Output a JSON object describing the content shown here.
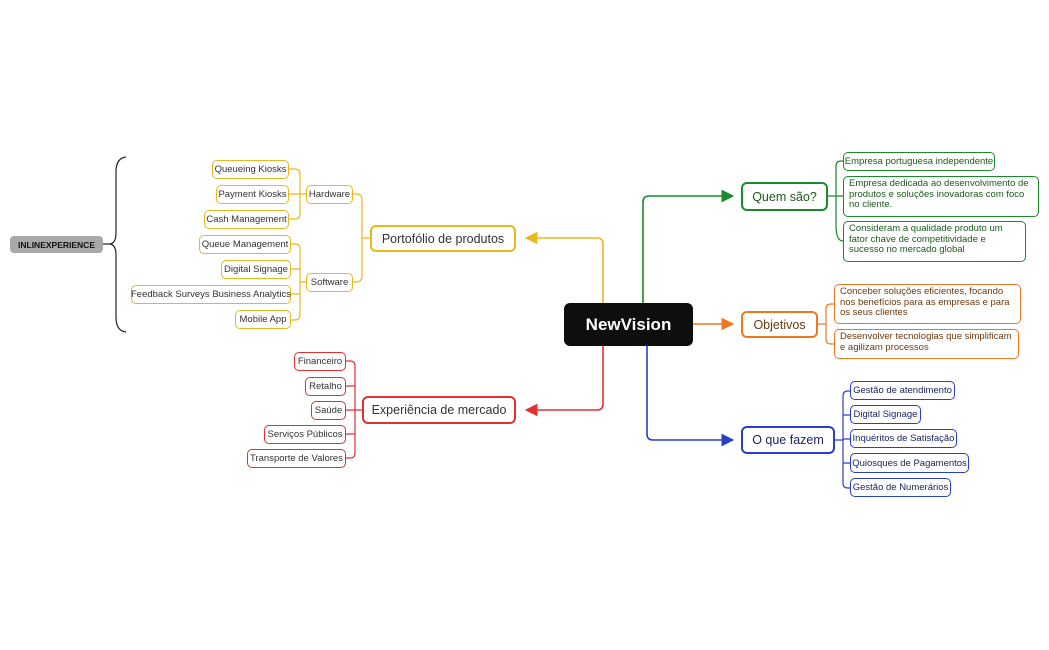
{
  "center": "NewVision",
  "external_label": "INLINEXPERIENCE",
  "colors": {
    "yellow": "#e8b820",
    "red": "#e03030",
    "green": "#1a8a2a",
    "orange": "#f07820",
    "blue": "#2840c8"
  },
  "portfolio": {
    "title": "Portofólio de produtos",
    "hardware": {
      "label": "Hardware",
      "items": [
        "Queueing Kiosks",
        "Payment Kiosks",
        "Cash Management"
      ]
    },
    "software": {
      "label": "Software",
      "items": [
        "Queue Management",
        "Digital Signage",
        "Feedback Surveys Business Analytics",
        "Mobile App"
      ]
    }
  },
  "experience": {
    "title": "Experiência de mercado",
    "items": [
      "Financeiro",
      "Retalho",
      "Saúde",
      "Serviços Públicos",
      "Transporte de Valores"
    ]
  },
  "who": {
    "title": "Quem são?",
    "items": [
      "Empresa portuguesa independente",
      "Empresa  dedicada ao desenvolvimento de produtos e soluções inovadoras com foco no cliente.",
      "Consideram a qualidade produto um fator chave de competitividade e sucesso no mercado global"
    ]
  },
  "goals": {
    "title": "Objetivos",
    "items": [
      "Conceber soluções eficientes, focando nos benefícios para as empresas e para os seus clientes",
      "Desenvolver tecnologias que simplificam e agilizam processos"
    ]
  },
  "what": {
    "title": "O que fazem",
    "items": [
      "Gestão de atendimento",
      "Digital Signage",
      "Inquéritos de Satisfação",
      "Quiosques de Pagamentos",
      "Gestão de Numerários"
    ]
  }
}
